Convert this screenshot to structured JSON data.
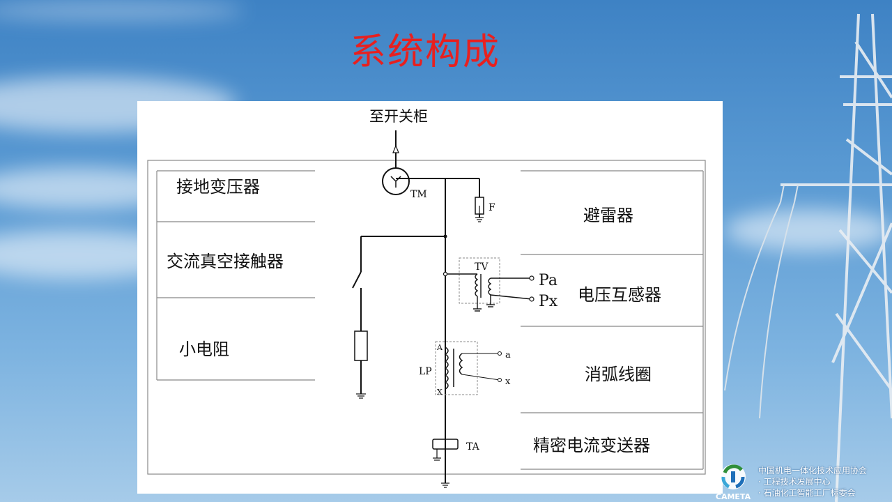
{
  "slide": {
    "title": "系统构成"
  },
  "diagram": {
    "top_label": "至开关柜",
    "tm_label": "TM",
    "f_label": "F",
    "tv_label": "TV",
    "pa_label": "Pa",
    "px_label": "Px",
    "lp_label": "LP",
    "lp_a_label": "A",
    "lp_x_label": "X",
    "sec_a_label": "a",
    "sec_x_label": "x",
    "ta_label": "TA",
    "left_cells": [
      "接地变压器",
      "交流真空接触器",
      "小电阻"
    ],
    "right_cells": [
      "避雷器",
      "电压互感器",
      "消弧线圈",
      "精密电流变送器"
    ]
  },
  "footer": {
    "logo_text": "CAMETA",
    "lines": [
      "中国机电一体化技术应用协会",
      "· 工程技术发展中心",
      "· 石油化工智能工厂标委会"
    ]
  },
  "colors": {
    "title": "#e8201f",
    "sky": "#5a9ad3",
    "line": "#111111",
    "box_border": "#888888"
  }
}
